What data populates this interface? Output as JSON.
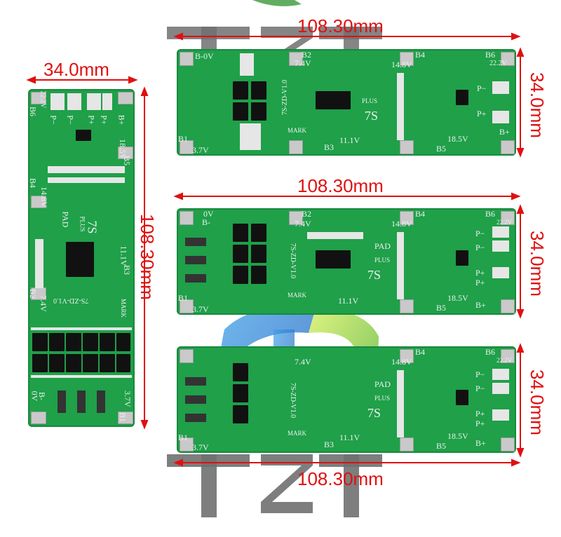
{
  "dimensions": {
    "left_width": "34.0mm",
    "left_height": "108.30mm",
    "top_width": "108.30mm",
    "top_height": "34.0mm",
    "middle_width": "108.30mm",
    "middle_height": "34.0mm",
    "bottom_width": "108.30mm",
    "bottom_height": "34.0mm"
  },
  "board_labels": {
    "b0v": "B-0V",
    "b_minus": "B-",
    "zero_v": "0V",
    "b1": "B1",
    "v37": "3.7V",
    "b2": "B2",
    "v74": "7.4V",
    "b3": "B3",
    "v111": "11.1V",
    "b4": "B4",
    "v148": "14.8V",
    "b5": "B5",
    "v185": "18.5V",
    "b6": "B6",
    "v222": "22.2V",
    "p_minus": "P−",
    "p_plus": "P+",
    "b_plus": "B+",
    "pad": "PAD",
    "plus": "PLUS",
    "cells": "7S",
    "version": "7S-ZD-V1.0",
    "mark": "MARK"
  },
  "colors": {
    "pcb": "#1fa049",
    "dimension": "#e01010",
    "watermark": "#6a6a6a"
  },
  "watermark": {
    "text": "TZT"
  }
}
